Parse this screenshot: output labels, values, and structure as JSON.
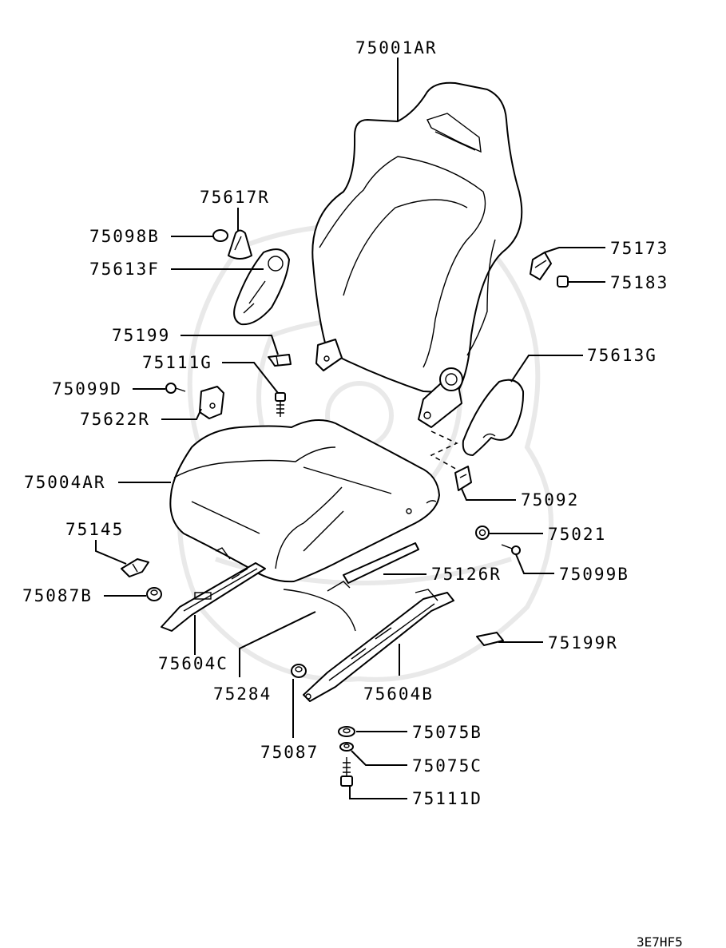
{
  "diagram": {
    "code": "3E7HF5",
    "parts": [
      {
        "id": "p01",
        "number": "75001AR"
      },
      {
        "id": "p02",
        "number": "75617R"
      },
      {
        "id": "p03",
        "number": "75098B"
      },
      {
        "id": "p04",
        "number": "75613F"
      },
      {
        "id": "p05",
        "number": "75173"
      },
      {
        "id": "p06",
        "number": "75183"
      },
      {
        "id": "p07",
        "number": "75199"
      },
      {
        "id": "p08",
        "number": "75111G"
      },
      {
        "id": "p09",
        "number": "75613G"
      },
      {
        "id": "p10",
        "number": "75099D"
      },
      {
        "id": "p11",
        "number": "75622R"
      },
      {
        "id": "p12",
        "number": "75004AR"
      },
      {
        "id": "p13",
        "number": "75092"
      },
      {
        "id": "p14",
        "number": "75145"
      },
      {
        "id": "p15",
        "number": "75021"
      },
      {
        "id": "p16",
        "number": "75099B"
      },
      {
        "id": "p17",
        "number": "75126R"
      },
      {
        "id": "p18",
        "number": "75087B"
      },
      {
        "id": "p19",
        "number": "75199R"
      },
      {
        "id": "p20",
        "number": "75604C"
      },
      {
        "id": "p21",
        "number": "75284"
      },
      {
        "id": "p22",
        "number": "75604B"
      },
      {
        "id": "p23",
        "number": "75075B"
      },
      {
        "id": "p24",
        "number": "75087"
      },
      {
        "id": "p25",
        "number": "75075C"
      },
      {
        "id": "p26",
        "number": "75111D"
      }
    ]
  }
}
